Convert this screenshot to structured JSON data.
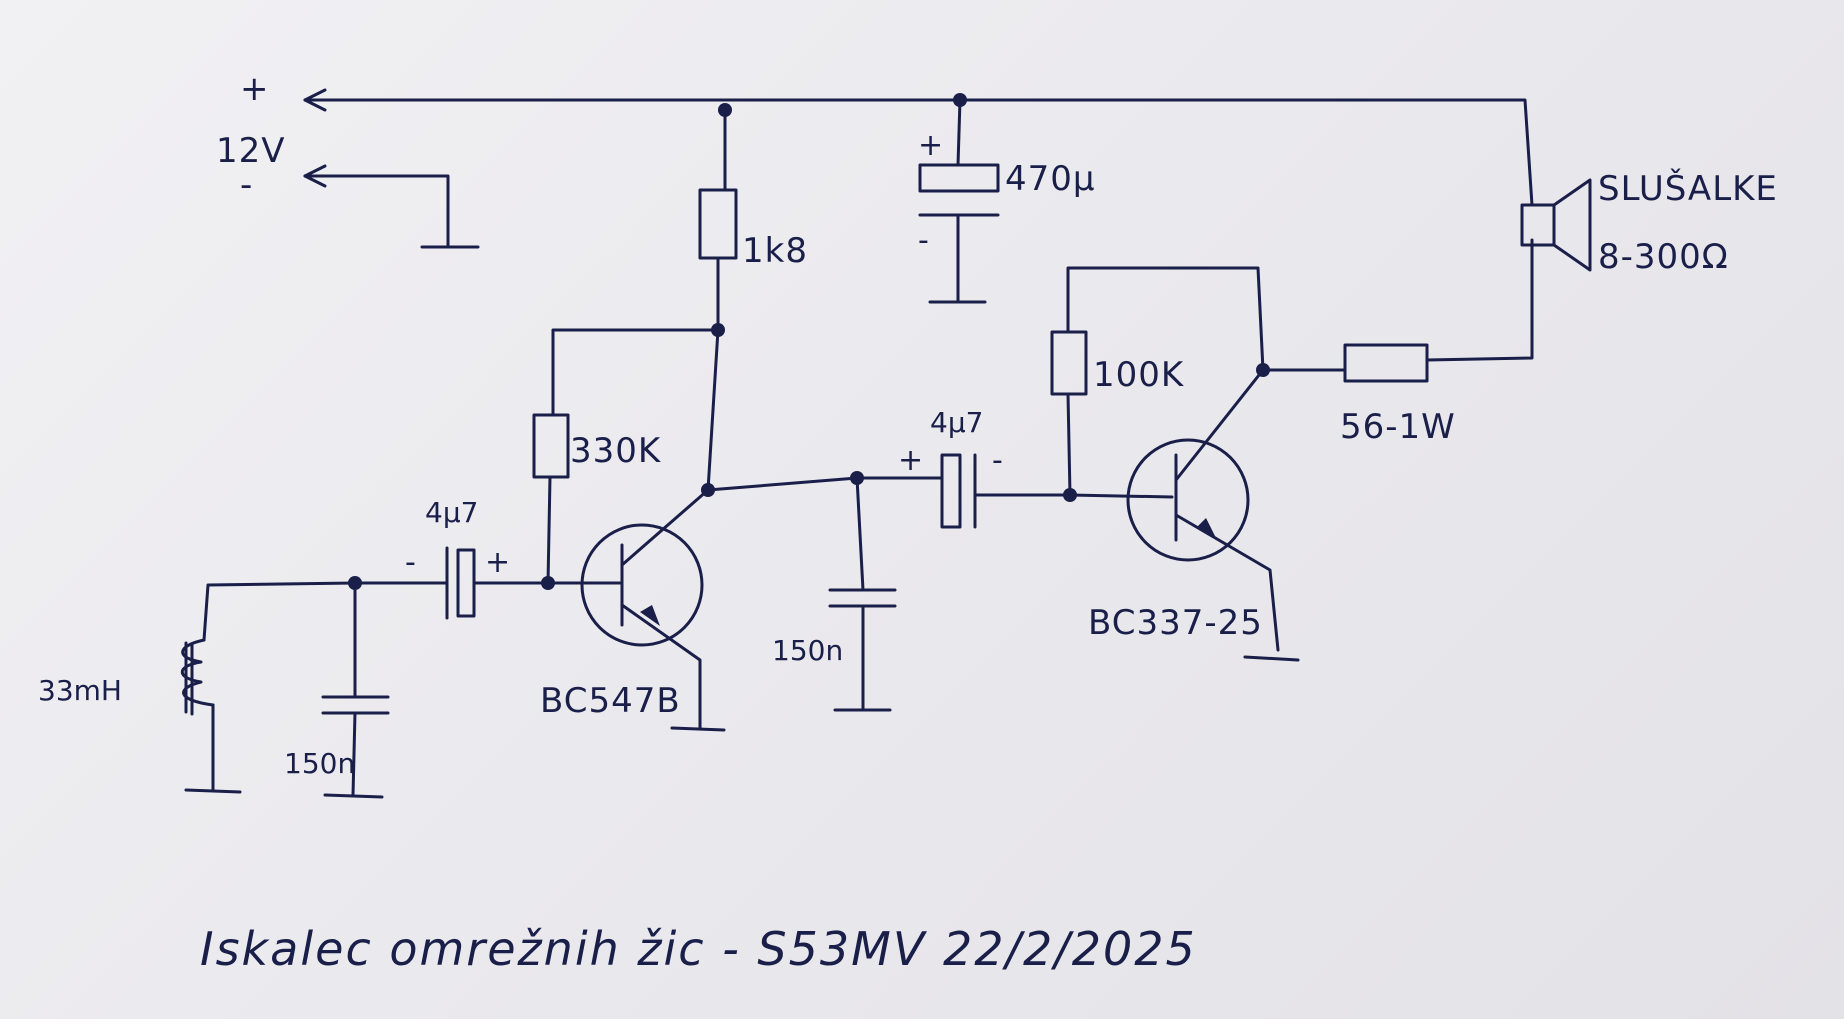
{
  "supply": {
    "plus": "+",
    "voltage": "12V",
    "minus": "-"
  },
  "components": {
    "r1": "1k8",
    "r2": "330K",
    "r3": "100K",
    "r4": "56-1W",
    "c_in": "4µ7",
    "c_in_minus": "-",
    "c_in_plus": "+",
    "c_coupling": "4µ7",
    "c_coupling_plus": "+",
    "c_coupling_minus": "-",
    "c_supply": "470µ",
    "c_supply_plus": "+",
    "c_supply_minus": "-",
    "c_filter1": "150n",
    "c_filter2": "150n",
    "inductor": "33mH",
    "q1": "BC547B",
    "q2": "BC337-25",
    "headphones_name": "SLUŠALKE",
    "headphones_impedance": "8-300Ω"
  },
  "title": "Iskalec omrežnih žic - S53MV 22/2/2025"
}
